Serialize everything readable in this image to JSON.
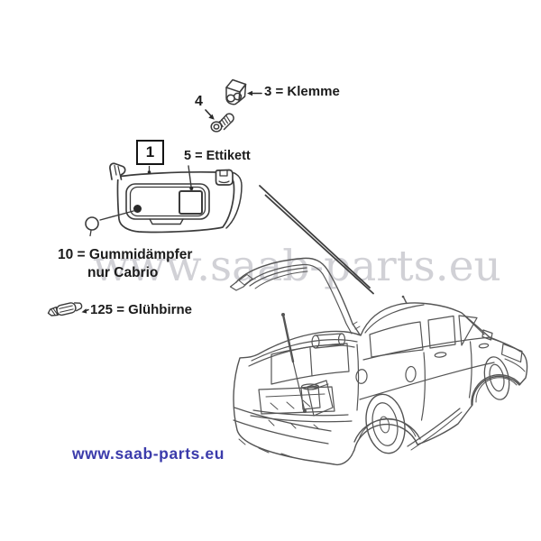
{
  "callouts": {
    "part1": {
      "number": "1"
    },
    "part3": {
      "label": "3 = Klemme"
    },
    "part4": {
      "number": "4"
    },
    "part5": {
      "label": "5 = Ettikett"
    },
    "part10": {
      "label": "10 = Gummidämpfer",
      "note": "nur Cabrio"
    },
    "part125": {
      "label": "125 = Glühbirne"
    }
  },
  "watermark": {
    "text": "www.saab-parts.eu",
    "color": "#acacb4"
  },
  "footer": {
    "website": "www.saab-parts.eu",
    "link_color": "#3b3bab"
  },
  "drawing": {
    "line_color": "#4d4d4d",
    "parts_shown": "clamp, screw, sun-visor, rubber-damper, festoon-bulb, car-rear-hatch-open"
  }
}
